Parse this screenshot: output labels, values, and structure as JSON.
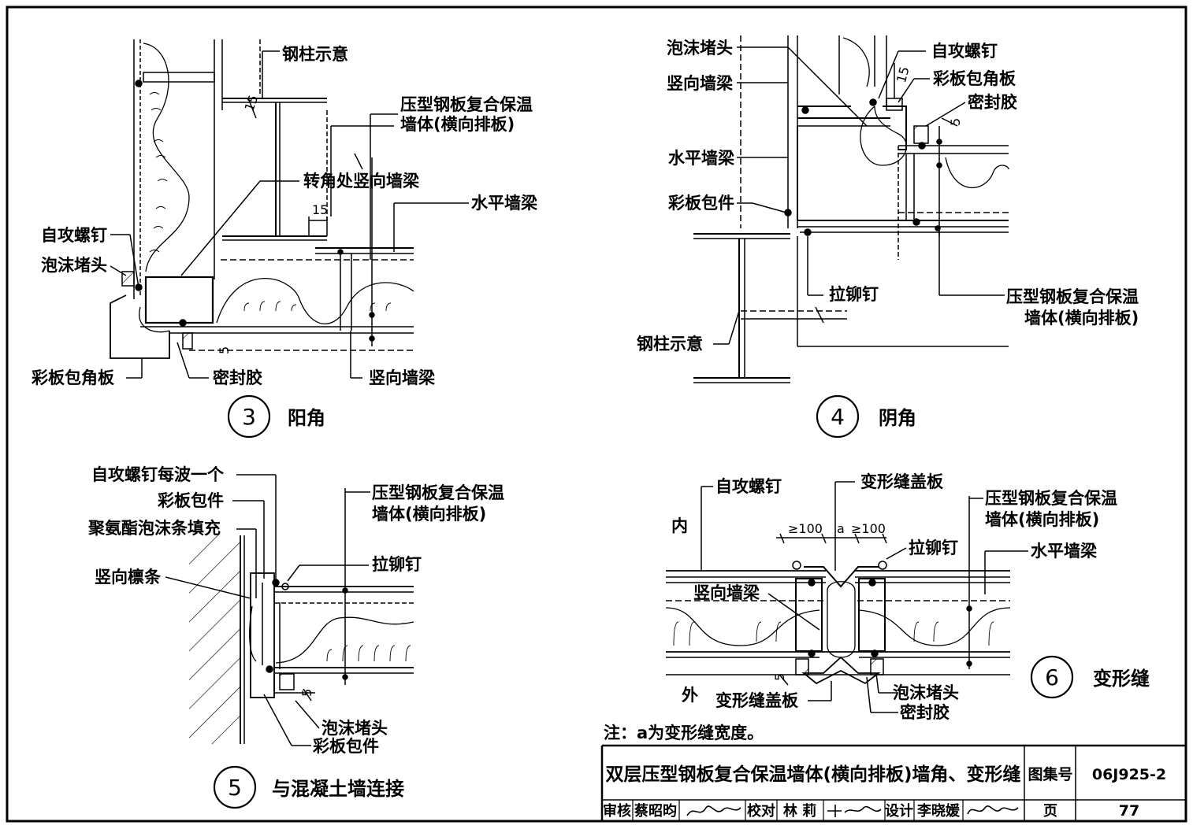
{
  "detail3": {
    "number": "3",
    "title": "阳角",
    "labels": {
      "steel_column": "钢柱示意",
      "wall_line1": "压型钢板复合保温",
      "wall_line2": "墙体(横向排板)",
      "corner_vertical_beam": "转角处竖向墙梁",
      "horizontal_beam": "水平墙梁",
      "self_tapping_screw": "自攻螺钉",
      "foam_plug": "泡沫堵头",
      "corner_panel": "彩板包角板",
      "sealant": "密封胶",
      "vertical_beam": "竖向墙梁"
    },
    "dims": {
      "d15a": "15",
      "d15b": "15",
      "d5": "5"
    }
  },
  "detail4": {
    "number": "4",
    "title": "阴角",
    "labels": {
      "foam_plug": "泡沫堵头",
      "self_tapping_screw": "自攻螺钉",
      "vertical_beam": "竖向墙梁",
      "corner_panel": "彩板包角板",
      "sealant": "密封胶",
      "horizontal_beam": "水平墙梁",
      "flashing": "彩板包件",
      "rivet": "拉铆钉",
      "wall_line1": "压型钢板复合保温",
      "wall_line2": "墙体(横向排板)",
      "steel_column": "钢柱示意"
    },
    "dims": {
      "d15": "15",
      "d5": "5"
    }
  },
  "detail5": {
    "number": "5",
    "title": "与混凝土墙连接",
    "labels": {
      "screw_per_wave": "自攻螺钉每波一个",
      "flashing": "彩板包件",
      "pu_foam": "聚氨酯泡沫条填充",
      "vertical_purlin": "竖向檩条",
      "wall_line1": "压型钢板复合保温",
      "wall_line2": "墙体(横向排板)",
      "rivet": "拉铆钉",
      "foam_plug": "泡沫堵头",
      "flashing2": "彩板包件"
    },
    "dims": {
      "d5": "5"
    }
  },
  "detail6": {
    "number": "6",
    "title": "变形缝",
    "labels": {
      "inner": "内",
      "outer": "外",
      "self_tapping_screw": "自攻螺钉",
      "cover_top": "变形缝盖板",
      "wall_line1": "压型钢板复合保温",
      "wall_line2": "墙体(横向排板)",
      "rivet": "拉铆钉",
      "horizontal_beam": "水平墙梁",
      "vertical_beam": "竖向墙梁",
      "cover_bottom": "变形缝盖板",
      "foam_plug": "泡沫堵头",
      "sealant": "密封胶"
    },
    "dims": {
      "ge100a": "≥100",
      "a": "a",
      "ge100b": "≥100",
      "d5": "5"
    }
  },
  "note": "注：a为变形缝宽度。",
  "title_block": {
    "title": "双层压型钢板复合保温墙体(横向排板)墙角、变形缝",
    "atlas_label": "图集号",
    "atlas_no": "06J925-2",
    "review_label": "审核",
    "reviewer": "蔡昭昀",
    "check_label": "校对",
    "checker": "林  莉",
    "design_label": "设计",
    "designer": "李晓媛",
    "page_label": "页",
    "page_no": "77"
  }
}
